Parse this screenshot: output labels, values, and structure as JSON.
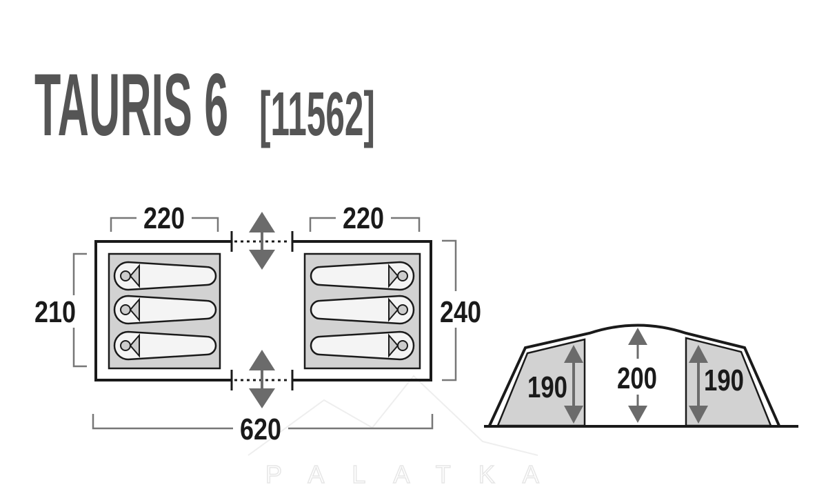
{
  "title": {
    "name": "TAURIS 6",
    "code": "[11562]"
  },
  "floor_plan": {
    "left_cabin_width": "220",
    "right_cabin_width": "220",
    "left_cabin_depth": "210",
    "total_depth": "240",
    "total_length": "620",
    "sleeping_places_per_cabin": 3
  },
  "side_view": {
    "left_height": "190",
    "center_height": "200",
    "right_height": "190"
  },
  "watermark": "PALATKA",
  "colors": {
    "title": "#555555",
    "arrow": "#6b6b6b",
    "cabin_fill": "#d2d2d2",
    "line": "#1a1a1a"
  }
}
